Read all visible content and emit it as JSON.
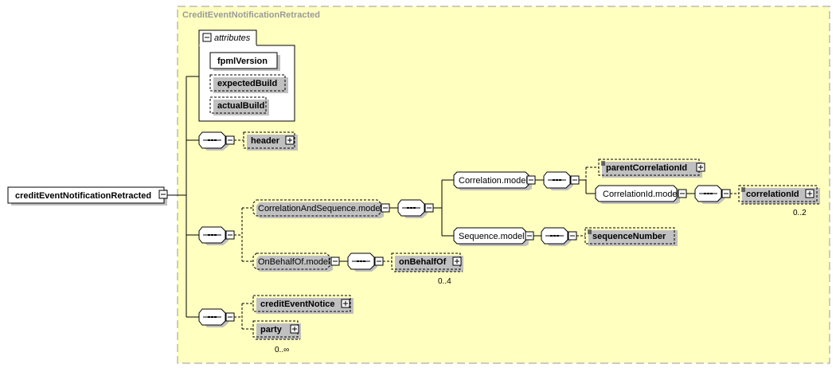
{
  "diagram": {
    "container_title": "CreditEventNotificationRetracted",
    "root_element": "creditEventNotificationRetracted",
    "attributes_group": {
      "label": "attributes",
      "items": [
        {
          "name": "fpmlVersion",
          "optional": false
        },
        {
          "name": "expectedBuild",
          "optional": true
        },
        {
          "name": "actualBuild",
          "optional": true
        }
      ]
    },
    "sequence_1": {
      "children": [
        {
          "name": "header",
          "optional": true,
          "expandable": true
        }
      ]
    },
    "sequence_2": {
      "groups": [
        {
          "name": "CorrelationAndSequence.model",
          "children": [
            {
              "name": "Correlation.model",
              "children": [
                {
                  "name": "parentCorrelationId",
                  "optional": true,
                  "expandable": true
                },
                {
                  "name": "CorrelationId.model",
                  "children": [
                    {
                      "name": "correlationId",
                      "optional": true,
                      "expandable": true,
                      "occurrence": "0..2"
                    }
                  ]
                }
              ]
            },
            {
              "name": "Sequence.model",
              "children": [
                {
                  "name": "sequenceNumber",
                  "optional": true
                }
              ]
            }
          ]
        },
        {
          "name": "OnBehalfOf.model",
          "children": [
            {
              "name": "onBehalfOf",
              "optional": true,
              "expandable": true,
              "occurrence": "0..4"
            }
          ]
        }
      ]
    },
    "sequence_3": {
      "children": [
        {
          "name": "creditEventNotice",
          "optional": true,
          "expandable": true
        },
        {
          "name": "party",
          "optional": true,
          "expandable": true,
          "occurrence": "0..∞"
        }
      ]
    }
  },
  "colors": {
    "container_bg": "#ffffc0",
    "container_border": "#999999",
    "shadow": "#c0c0c0"
  }
}
